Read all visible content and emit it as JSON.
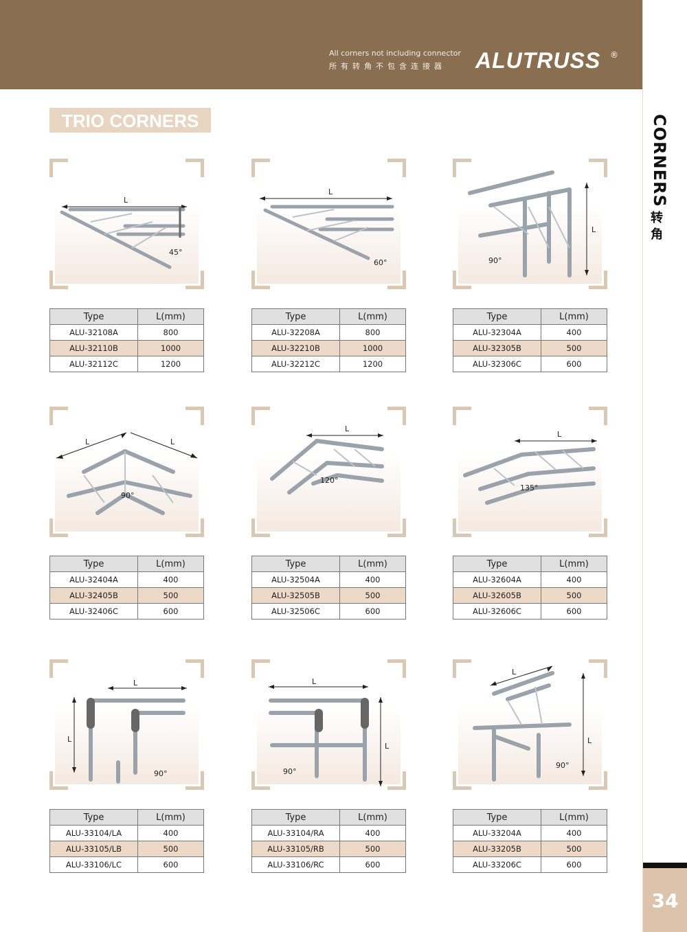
{
  "header": {
    "note_en": "All corners not including connector",
    "note_cn": "所有转角不包含连接器",
    "brand": "ALUTRUSS",
    "brand_mark": "®"
  },
  "sidebar": {
    "title": "CORNERS",
    "title_cn": "转角",
    "page_number": "34"
  },
  "section_title": "TRIO CORNERS",
  "table_headers": {
    "type": "Type",
    "length": "L(mm)"
  },
  "products": [
    {
      "length_label": "L",
      "angle": "45°",
      "rows": [
        {
          "type": "ALU-32108A",
          "length": "800"
        },
        {
          "type": "ALU-32110B",
          "length": "1000"
        },
        {
          "type": "ALU-32112C",
          "length": "1200"
        }
      ]
    },
    {
      "length_label": "L",
      "angle": "60°",
      "rows": [
        {
          "type": "ALU-32208A",
          "length": "800"
        },
        {
          "type": "ALU-32210B",
          "length": "1000"
        },
        {
          "type": "ALU-32212C",
          "length": "1200"
        }
      ]
    },
    {
      "length_label": "L",
      "angle": "90°",
      "rows": [
        {
          "type": "ALU-32304A",
          "length": "400"
        },
        {
          "type": "ALU-32305B",
          "length": "500"
        },
        {
          "type": "ALU-32306C",
          "length": "600"
        }
      ]
    },
    {
      "length_label": "L",
      "angle": "90°",
      "rows": [
        {
          "type": "ALU-32404A",
          "length": "400"
        },
        {
          "type": "ALU-32405B",
          "length": "500"
        },
        {
          "type": "ALU-32406C",
          "length": "600"
        }
      ]
    },
    {
      "length_label": "L",
      "angle": "120°",
      "rows": [
        {
          "type": "ALU-32504A",
          "length": "400"
        },
        {
          "type": "ALU-32505B",
          "length": "500"
        },
        {
          "type": "ALU-32506C",
          "length": "600"
        }
      ]
    },
    {
      "length_label": "L",
      "angle": "135°",
      "rows": [
        {
          "type": "ALU-32604A",
          "length": "400"
        },
        {
          "type": "ALU-32605B",
          "length": "500"
        },
        {
          "type": "ALU-32606C",
          "length": "600"
        }
      ]
    },
    {
      "length_label": "L",
      "angle": "90°",
      "rows": [
        {
          "type": "ALU-33104/LA",
          "length": "400"
        },
        {
          "type": "ALU-33105/LB",
          "length": "500"
        },
        {
          "type": "ALU-33106/LC",
          "length": "600"
        }
      ]
    },
    {
      "length_label": "L",
      "angle": "90°",
      "rows": [
        {
          "type": "ALU-33104/RA",
          "length": "400"
        },
        {
          "type": "ALU-33105/RB",
          "length": "500"
        },
        {
          "type": "ALU-33106/RC",
          "length": "600"
        }
      ]
    },
    {
      "length_label": "L",
      "angle": "90°",
      "rows": [
        {
          "type": "ALU-33204A",
          "length": "400"
        },
        {
          "type": "ALU-33205B",
          "length": "500"
        },
        {
          "type": "ALU-33206C",
          "length": "600"
        }
      ]
    }
  ]
}
